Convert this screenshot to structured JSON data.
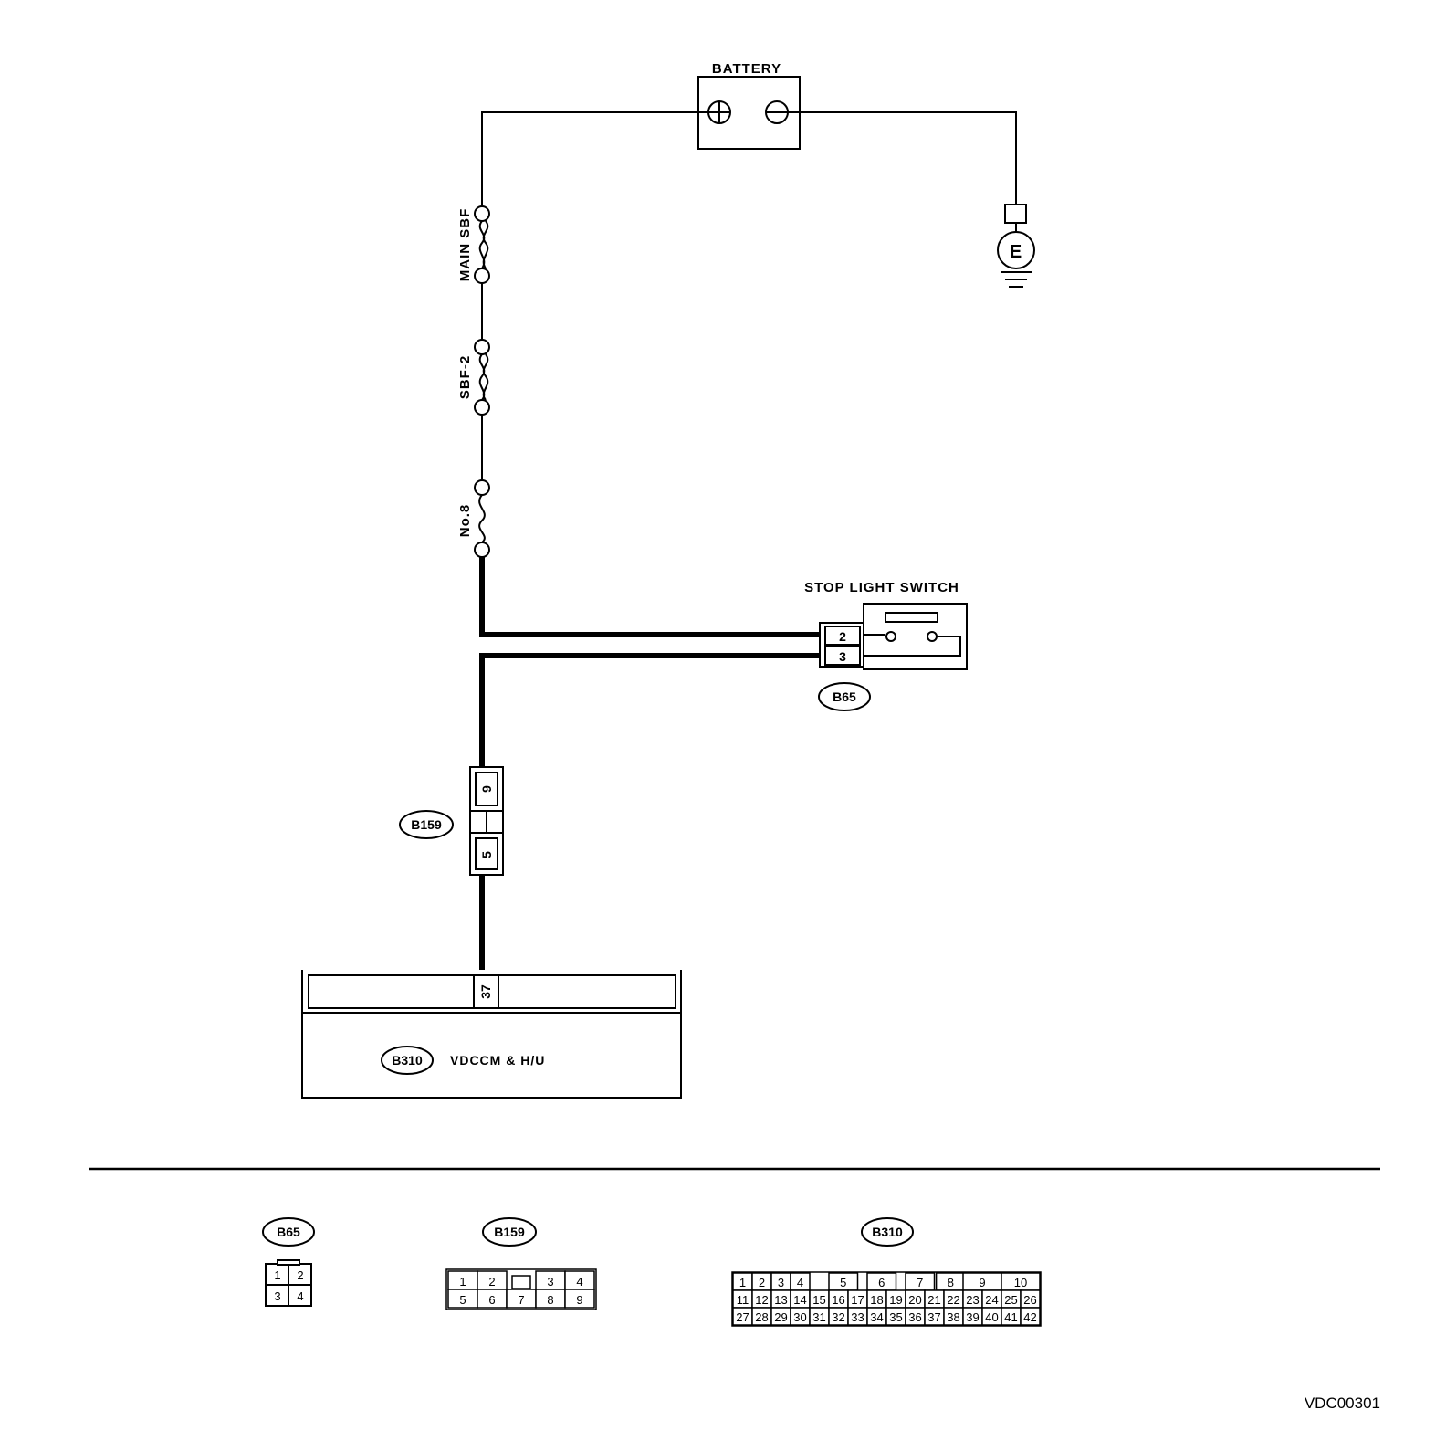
{
  "components": {
    "battery": {
      "label": "BATTERY"
    },
    "main_sbf": {
      "label": "MAIN SBF"
    },
    "sbf_2": {
      "label": "SBF-2"
    },
    "fuse_no8": {
      "label": "No.8"
    },
    "ground": {
      "label": "E"
    },
    "stop_light_switch": {
      "label": "STOP LIGHT SWITCH",
      "connector": "B65",
      "pins": [
        "2",
        "3"
      ]
    },
    "joint_connector": {
      "connector": "B159",
      "pins": [
        "9",
        "5"
      ]
    },
    "vdccm": {
      "label": "VDCCM & H/U",
      "connector": "B310",
      "pin": "37"
    }
  },
  "connector_views": [
    {
      "code": "B65",
      "rows": [
        [
          "1",
          "2"
        ],
        [
          "3",
          "4"
        ]
      ]
    },
    {
      "code": "B159",
      "rows": [
        [
          "1",
          "2",
          "",
          "3",
          "4"
        ],
        [
          "5",
          "6",
          "7",
          "8",
          "9"
        ]
      ]
    },
    {
      "code": "B310",
      "rows": [
        [
          "1",
          "2",
          "3",
          "4",
          "5",
          "6",
          "7",
          "8",
          "9",
          "10"
        ],
        [
          "11",
          "12",
          "13",
          "14",
          "15",
          "16",
          "17",
          "18",
          "19",
          "20",
          "21",
          "22",
          "23",
          "24",
          "25",
          "26"
        ],
        [
          "27",
          "28",
          "29",
          "30",
          "31",
          "32",
          "33",
          "34",
          "35",
          "36",
          "37",
          "38",
          "39",
          "40",
          "41",
          "42"
        ]
      ]
    }
  ],
  "diagram_id": "VDC00301"
}
